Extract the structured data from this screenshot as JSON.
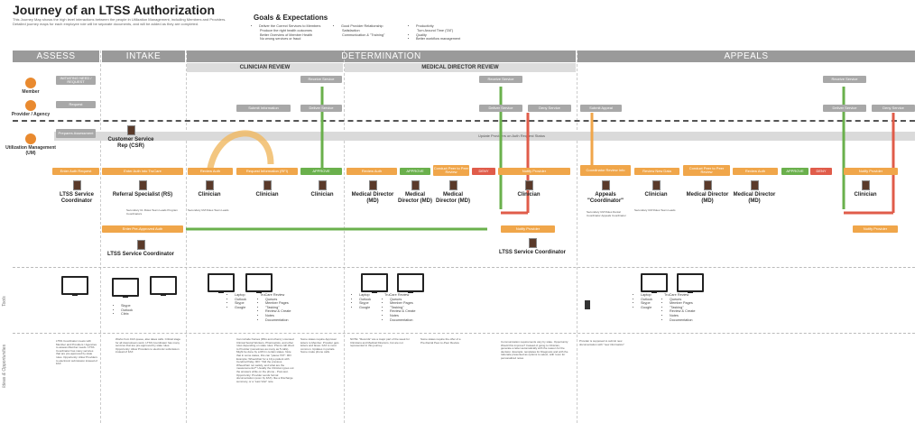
{
  "title": "Journey of an LTSS Authorization",
  "subtitle": "This Journey Map shows the high level interactions between the people in Utilization Management, including Members and Providers. Detailed journey maps for each employee role will be separate documents, and will be added as they are completed.",
  "goals": {
    "heading": "Goals & Expectations",
    "col1": [
      "Deliver the Correct Services to Members",
      "Produce the right health outcomes",
      "Better Overview of Member Health",
      "No wrong services or fraud"
    ],
    "col2": [
      "Good Provider Relationship",
      "Satisfaction",
      "Communication & \"Training\""
    ],
    "col3": [
      "Productivity",
      "Turn Around Time (TAT)",
      "Quality",
      "Better workflow management"
    ]
  },
  "phases": [
    "ASSESS",
    "INTAKE",
    "DETERMINATION",
    "APPEALS"
  ],
  "subphases": [
    "CLINICIAN REVIEW",
    "MEDICAL DIRECTOR REVIEW"
  ],
  "lanes": [
    "Member",
    "Provider / Agency",
    "Utilization Management (UM)"
  ],
  "status_band": "Update Providers on Auth Request Status",
  "boxes": {
    "initiating": "INITIATING NEED / REQUEST",
    "request": "Request",
    "prepares": "Prepares Assessment",
    "receive1": "Receive Service",
    "receive2": "Receive Service",
    "receive3": "Receive Service",
    "submit_info": "Submit Information",
    "deliver1": "Deliver Service",
    "deliver2": "Deliver Service",
    "deny1": "Deny Service",
    "submit_appeal": "Submit Appeal",
    "deliver3": "Deliver Service",
    "deny2": "Deny Service",
    "enter_auth": "Enter Auth Request",
    "enter_truecare": "Enter Auth into TruCare",
    "review_auth1": "Review Auth",
    "request_info": "Request Information (RFI)",
    "approve1": "APPROVE",
    "review_auth2": "Review Auth",
    "approve2": "APPROVE",
    "peer": "Conduct Peer to Peer Review",
    "deny3": "DENY",
    "notify1": "Notify Provider",
    "coordinator_box": "Coordinator Review Info",
    "review_new": "Review New Data",
    "peer2": "Conduct Peer to Peer Review",
    "review_auth3": "Review Auth",
    "approve3": "APPROVE",
    "deny4": "DENY",
    "notify2": "Notify Provider",
    "enter_preapproved": "Enter Pre-Approved Auth",
    "notify3": "Notify Provider",
    "notify4": "Notify Provider"
  },
  "roles": {
    "csr": "Customer Service Rep (CSR)",
    "ltss1": "LTSS Service Coordinator",
    "rs": "Referral Specialist (RS)",
    "clin1": "Clinician",
    "clin2": "Clinician",
    "clin3": "Clinician",
    "md1": "Medical Director (MD)",
    "md2": "Medical Director (MD)",
    "md3": "Medical Director (MD)",
    "clin4": "Clinician",
    "appeals": "Appeals \"Coordinator\"",
    "clin5": "Clinician",
    "md4": "Medical Director (MD)",
    "md5": "Medical Director (MD)",
    "clin6": "Clinician",
    "ltss2": "LTSS Service Coordinator",
    "ltss3": "LTSS Service Coordinator"
  },
  "role_notes": {
    "rs": "Secondary UL Roles Team Leads Program Coordinators",
    "clin": "Secondary UM Roles Team Leads",
    "appeals": "Secondary UM Roles Denial Coordinator Appeals Coordinator",
    "clin5": "Secondary UM Roles Team Leads"
  },
  "row_labels": [
    "Tools",
    "Ideas & Opportunities"
  ],
  "tools": {
    "intake": [
      "Skype",
      "Outlook",
      "Citrix"
    ],
    "clin_a": [
      "Laptop",
      "Outlook",
      "Skype",
      "Google"
    ],
    "clin_b": [
      "TruCare Review",
      "Queues",
      "Member Pages",
      "\"Tasking\"",
      "Review & Create",
      "Notes",
      "Documentation"
    ],
    "md_a": [
      "Laptop",
      "Outlook",
      "Skype",
      "Google"
    ],
    "md_b": [
      "TruCare Review",
      "Queues",
      "Member Pages",
      "\"Tasking\"",
      "Review & Create",
      "Notes",
      "Documentation"
    ],
    "ap_a": [
      "Laptop",
      "Outlook",
      "Skype",
      "Google"
    ],
    "ap_b": [
      "TruCare Review",
      "Queues",
      "Member Pages",
      "\"Tasking\"",
      "Review & Create",
      "Notes",
      "Documentation"
    ]
  },
  "ideas": {
    "assess": "LTSS Coordinator meets with Member and Providers / Agencies to assess Member needs. LTSS Coordinator has many services that are pre-approved by state rules. Opportunity: Allow Providers to electronic submission instead of FAX",
    "intake": "Works from FAX queue, also takes calls. Critical stage for all downstream work. LTSS Coordinator has many services that are pre-approved by state rules. Opportunity: Allow Providers to electronic submission instead of FAX",
    "clin1": "Can include Nurses (RNs and others), Licensed Clinical Social Workers, Pharmacists, and other roles depending on state rules. Phone call direct to Provider (sometimes as many as 5 calls). Might be done by a RN in certain states. Note that in some states, this can \"pause TAT\". RFI Example: Wheelchair for a 13yo patient with Cerebral Palsy. RFI: \"Did the previous Wheelchair not satisfy, and what are the measurements?\" Usually the Clinician types out the answers while on the phone - Post-test. Opportunity: Provider sends formal documentation (even by FAX), like a Discharge summary, or a \"Last Visit\" note",
    "clin2": "Some states require Approval letters to Member. Provider gets letters and faxes. FAX is most common. Updates in portals. Some make phone calls.",
    "md1": "NOTE: \"Records\" are a major part of the week for Clinicians and Medical Directors, but are not represented in this journey.",
    "md2": "Some states require the offer of a Pre-Denial Peer-to-Peer Review",
    "md3": "Communication requirements vary by state. Opportunity: Would this improve? Instead of going to Clinician, generate a letter automatically with the reason for the decision. Example: templates for Diagnosis and with the rationale presented as options to select, with room for personalized notes",
    "appeals": "Provider is supposed to submit new documentation with \"new information\""
  },
  "colors": {
    "orange": "#f0a64a",
    "grey": "#a8a8a8",
    "green": "#6ab04c",
    "red": "#e05c4a",
    "phase": "#9a9a9a"
  }
}
